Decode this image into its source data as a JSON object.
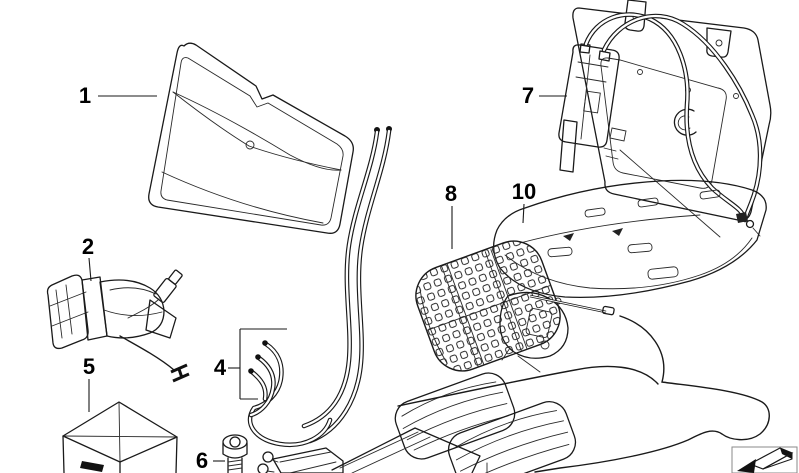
{
  "diagram": {
    "background_color": "#ffffff",
    "line_color": "#1a1a1a",
    "label_color": "#000000",
    "callouts": {
      "c1": {
        "label": "1"
      },
      "c2": {
        "label": "2"
      },
      "c4": {
        "label": "4"
      },
      "c5": {
        "label": "5"
      },
      "c6": {
        "label": "6"
      },
      "c7": {
        "label": "7"
      },
      "c8": {
        "label": "8"
      },
      "c10": {
        "label": "10"
      }
    },
    "icons": {
      "direction_arrow": "3d-direction-arrow-icon"
    }
  }
}
